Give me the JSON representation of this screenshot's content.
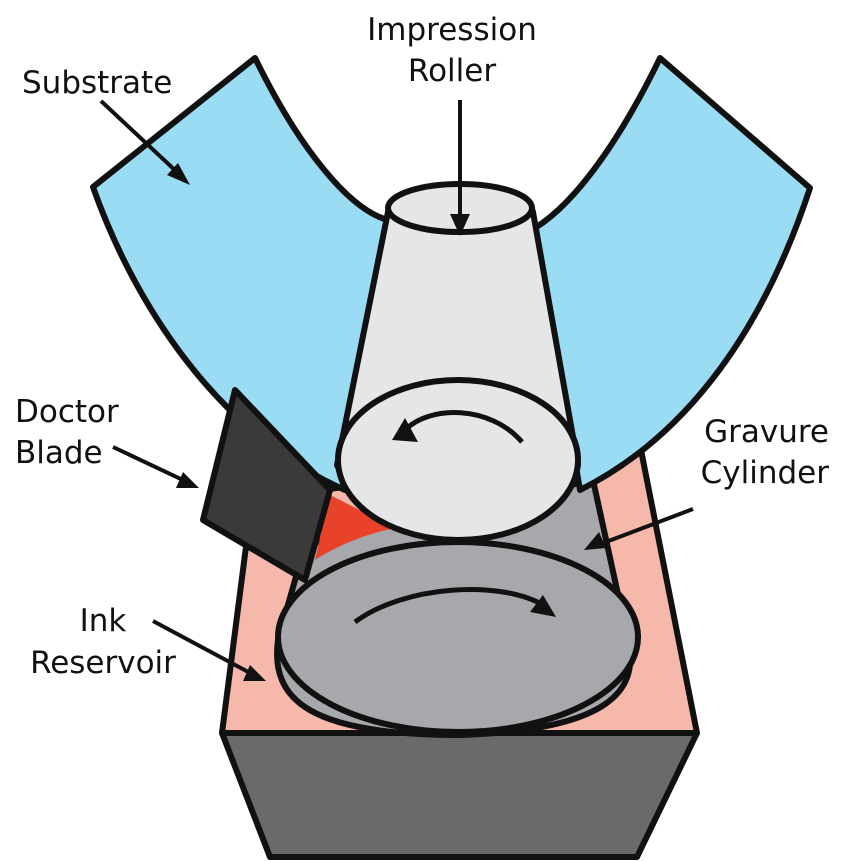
{
  "labels": {
    "substrate": "Substrate",
    "impression_roller_line1": "Impression",
    "impression_roller_line2": "Roller",
    "doctor_blade_line1": "Doctor",
    "doctor_blade_line2": "Blade",
    "gravure_cylinder_line1": "Gravure",
    "gravure_cylinder_line2": "Cylinder",
    "ink_reservoir_line1": "Ink",
    "ink_reservoir_line2": "Reservoir"
  },
  "colors": {
    "substrate": "#9bdcf5",
    "impression_roller": "#e5e6e8",
    "gravure_cylinder": "#a7a8ab",
    "ink_reservoir": "#f5b8ab",
    "ink_accent": "#e8432a",
    "doctor_blade": "#3a3a3a",
    "base": "#6a6a6c",
    "stroke": "#111111"
  }
}
